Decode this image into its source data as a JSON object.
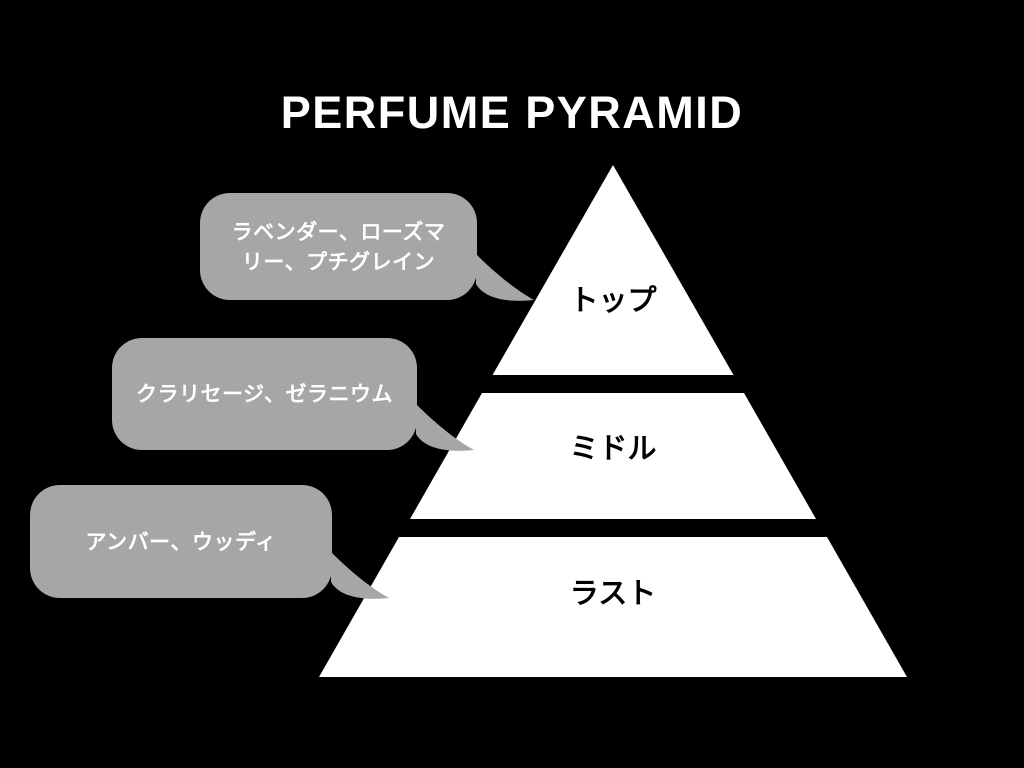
{
  "page": {
    "title": "PERFUME PYRAMID",
    "background_color": "#000000",
    "title_color": "#ffffff"
  },
  "pyramid": {
    "fill_color": "#ffffff",
    "label_color": "#000000",
    "levels": [
      {
        "label": "トップ"
      },
      {
        "label": "ミドル"
      },
      {
        "label": "ラスト"
      }
    ]
  },
  "bubbles": [
    {
      "text": "ラベンダー、ローズマリー、プチグレイン"
    },
    {
      "text": "クラリセージ、ゼラニウム"
    },
    {
      "text": "アンバー、ウッディ"
    }
  ],
  "bubble_style": {
    "background_color": "#a6a6a6",
    "text_color": "#ffffff"
  }
}
